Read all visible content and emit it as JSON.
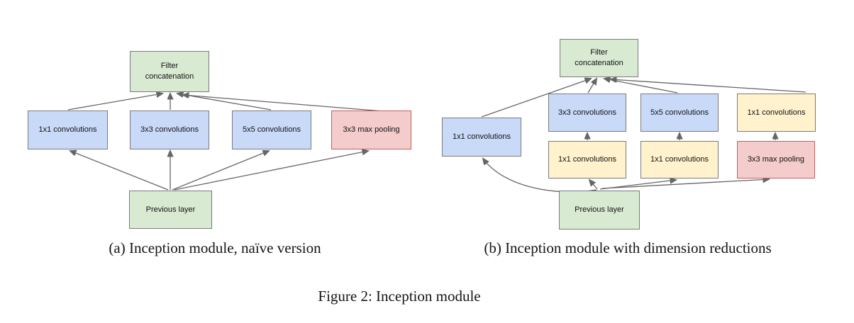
{
  "figure": {
    "caption": "Figure 2: Inception module"
  },
  "colors": {
    "conv_fill": "#c9daf8",
    "reduce_fill": "#fff2cc",
    "io_fill": "#d9ead3",
    "pool_fill": "#f4cccc",
    "box_border": "#7a7a7a",
    "pool_border": "#c06060",
    "arrow": "#666666",
    "label_text": "#111111"
  },
  "diagram_a": {
    "caption": "(a) Inception module, naïve version",
    "nodes": [
      {
        "id": "filter_concat",
        "label": "Filter\nconcatenation",
        "type": "output"
      },
      {
        "id": "conv_1x1",
        "label": "1x1 convolutions",
        "type": "conv"
      },
      {
        "id": "conv_3x3",
        "label": "3x3 convolutions",
        "type": "conv"
      },
      {
        "id": "conv_5x5",
        "label": "5x5 convolutions",
        "type": "conv"
      },
      {
        "id": "max_pool_3x3",
        "label": "3x3 max pooling",
        "type": "pool"
      },
      {
        "id": "previous_layer",
        "label": "Previous layer",
        "type": "io"
      }
    ],
    "edges": [
      {
        "from": "previous_layer",
        "to": "conv_1x1"
      },
      {
        "from": "previous_layer",
        "to": "conv_3x3"
      },
      {
        "from": "previous_layer",
        "to": "conv_5x5"
      },
      {
        "from": "previous_layer",
        "to": "max_pool_3x3"
      },
      {
        "from": "conv_1x1",
        "to": "filter_concat"
      },
      {
        "from": "conv_3x3",
        "to": "filter_concat"
      },
      {
        "from": "conv_5x5",
        "to": "filter_concat"
      },
      {
        "from": "max_pool_3x3",
        "to": "filter_concat"
      }
    ]
  },
  "diagram_b": {
    "caption": "(b) Inception module with dimension reductions",
    "nodes": [
      {
        "id": "filter_concat",
        "label": "Filter\nconcatenation",
        "type": "output"
      },
      {
        "id": "conv_1x1_left",
        "label": "1x1 convolutions",
        "type": "conv"
      },
      {
        "id": "conv_3x3",
        "label": "3x3 convolutions",
        "type": "conv"
      },
      {
        "id": "conv_5x5",
        "label": "5x5 convolutions",
        "type": "conv"
      },
      {
        "id": "conv_1x1_after_pool",
        "label": "1x1 convolutions",
        "type": "reduce"
      },
      {
        "id": "conv_1x1_reduce_a",
        "label": "1x1 convolutions",
        "type": "reduce"
      },
      {
        "id": "conv_1x1_reduce_b",
        "label": "1x1 convolutions",
        "type": "reduce"
      },
      {
        "id": "max_pool_3x3",
        "label": "3x3 max pooling",
        "type": "pool"
      },
      {
        "id": "previous_layer",
        "label": "Previous layer",
        "type": "io"
      }
    ],
    "edges": [
      {
        "from": "previous_layer",
        "to": "conv_1x1_left"
      },
      {
        "from": "previous_layer",
        "to": "conv_1x1_reduce_a"
      },
      {
        "from": "previous_layer",
        "to": "conv_1x1_reduce_b"
      },
      {
        "from": "previous_layer",
        "to": "max_pool_3x3"
      },
      {
        "from": "conv_1x1_reduce_a",
        "to": "conv_3x3"
      },
      {
        "from": "conv_1x1_reduce_b",
        "to": "conv_5x5"
      },
      {
        "from": "max_pool_3x3",
        "to": "conv_1x1_after_pool"
      },
      {
        "from": "conv_1x1_left",
        "to": "filter_concat"
      },
      {
        "from": "conv_3x3",
        "to": "filter_concat"
      },
      {
        "from": "conv_5x5",
        "to": "filter_concat"
      },
      {
        "from": "conv_1x1_after_pool",
        "to": "filter_concat"
      }
    ]
  }
}
